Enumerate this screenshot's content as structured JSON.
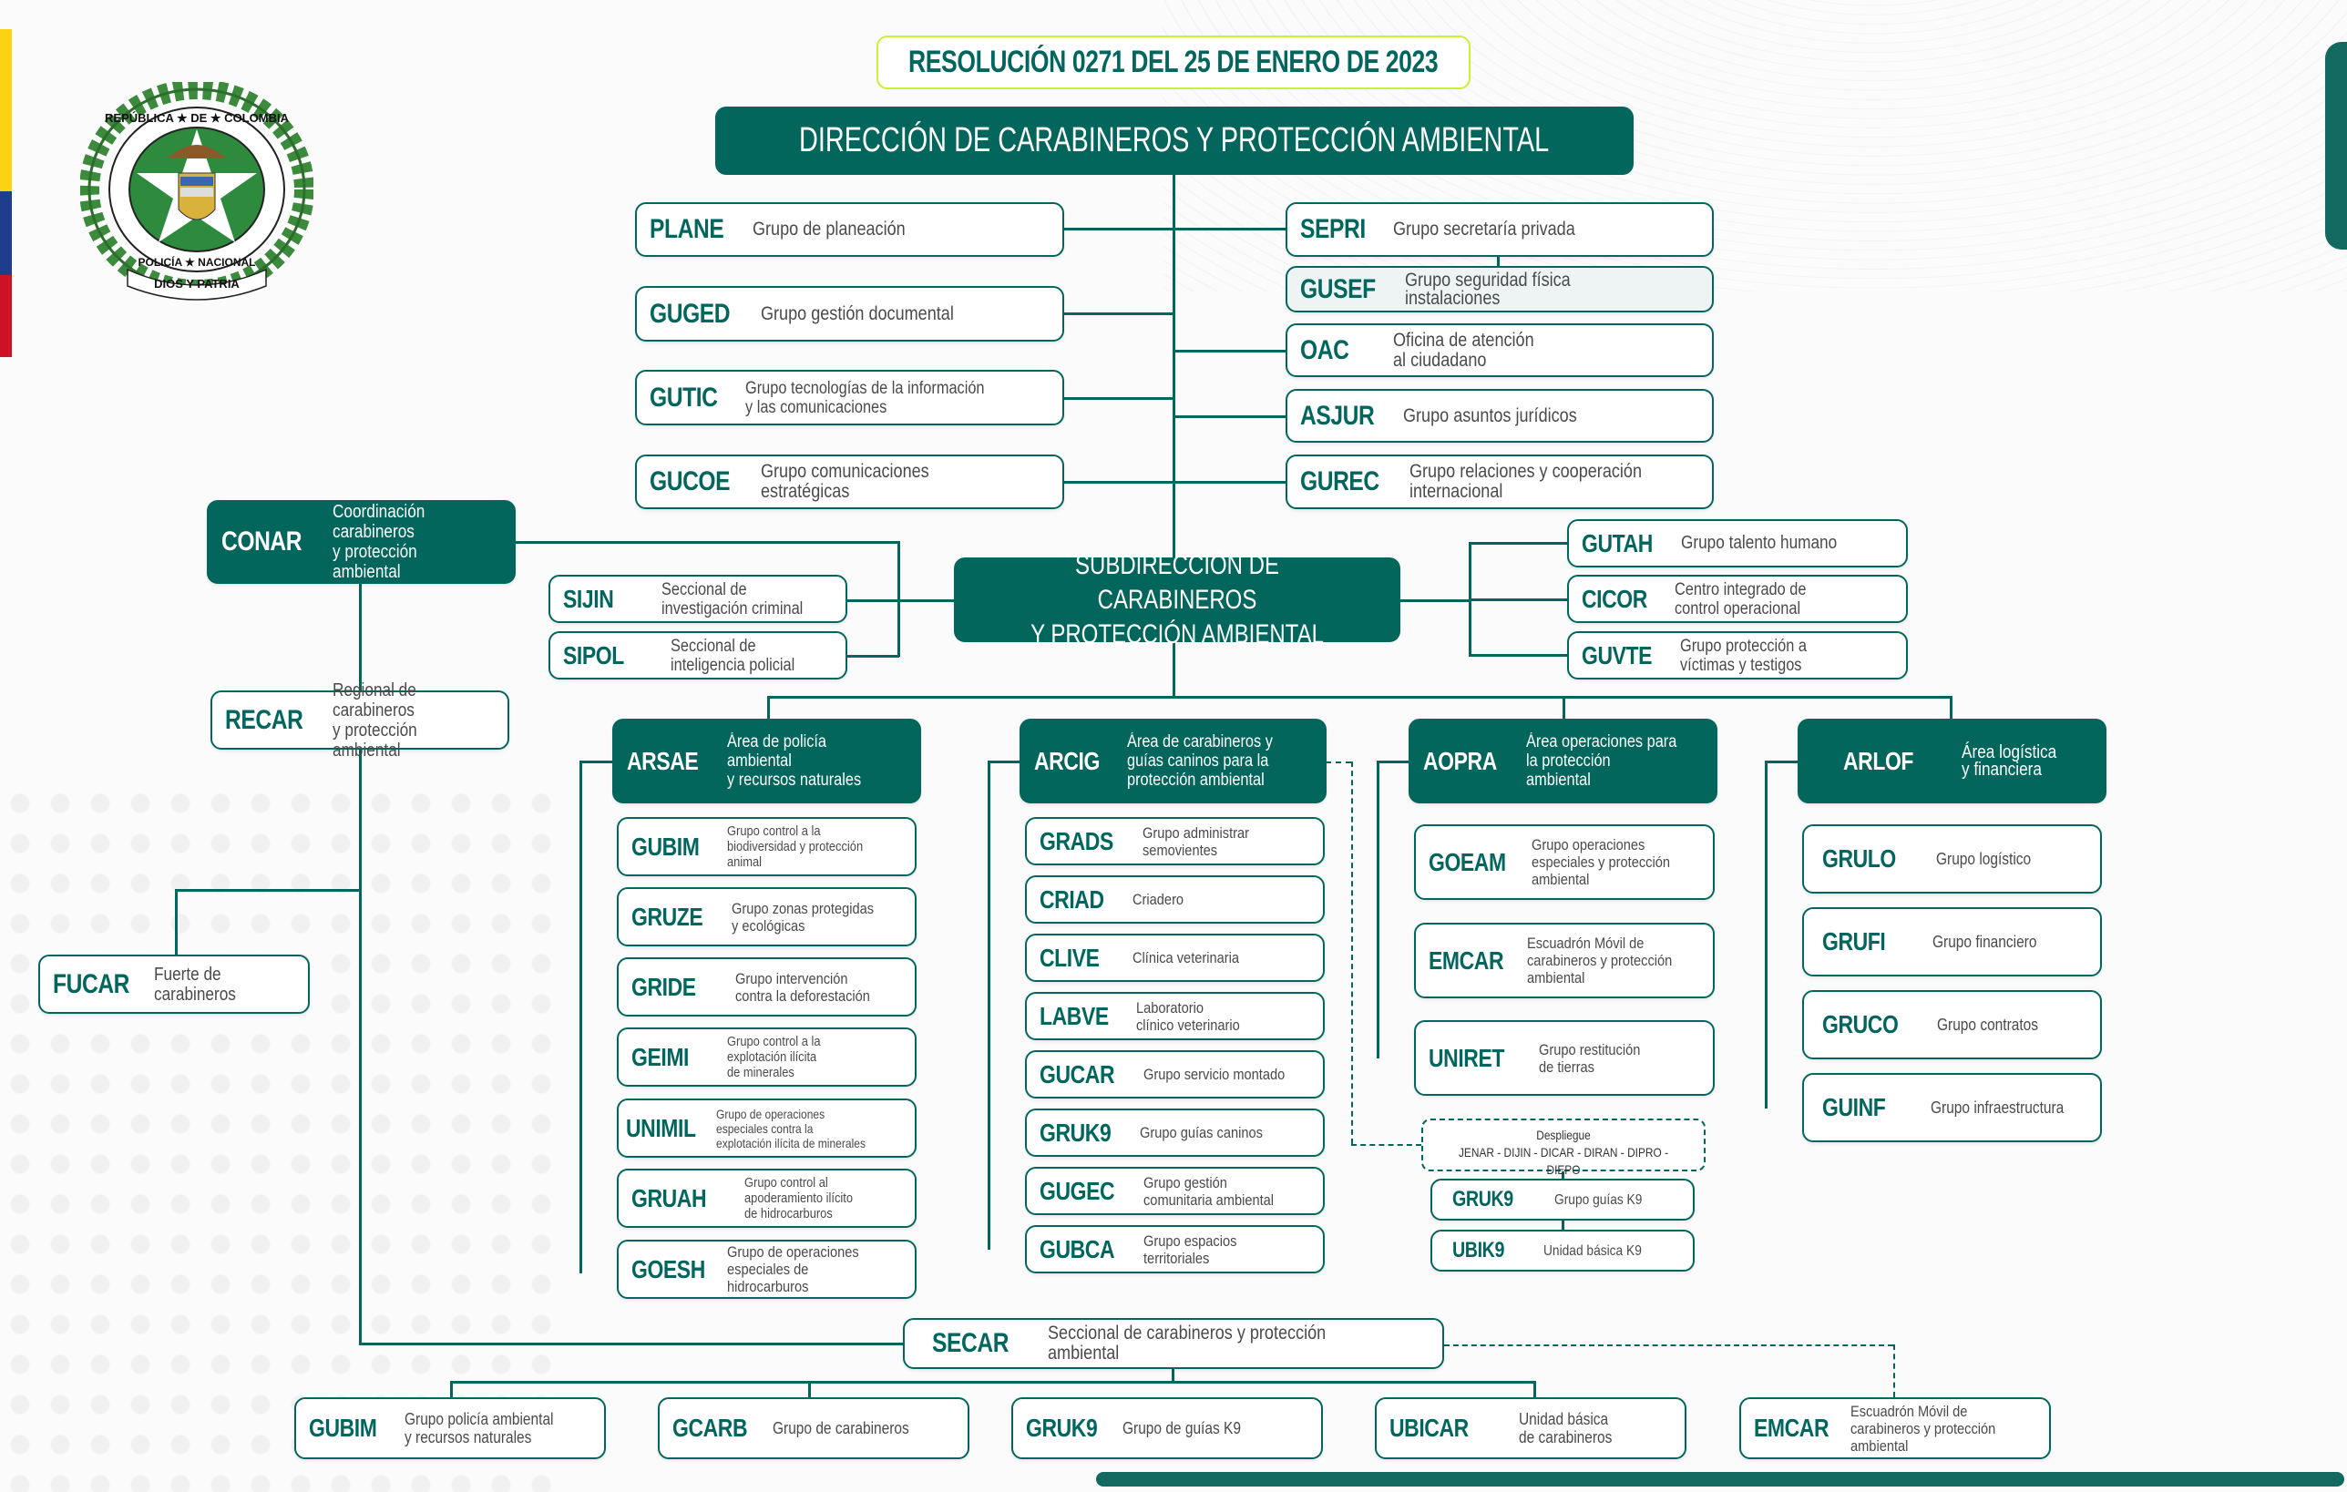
{
  "header": {
    "resolution": "RESOLUCIÓN 0271 DEL 25 DE ENERO DE 2023",
    "direction": "DIRECCIÓN DE CARABINEROS Y PROTECCIÓN AMBIENTAL",
    "subdirection": "SUBDIRECCIÓN DE CARABINEROS\nY PROTECCIÓN AMBIENTAL"
  },
  "logo": {
    "top_text": "REPÚBLICA ★ DE ★ COLOMBIA",
    "bottom_text": "POLICÍA ★ NACIONAL",
    "motto": "DIOS Y PATRIA"
  },
  "colors": {
    "primary": "#03665d",
    "accent": "#c6f23a",
    "flag_yellow": "#fcd116",
    "flag_blue": "#1f3c8f",
    "flag_red": "#ce1126"
  },
  "direction_left": [
    {
      "code": "PLANE",
      "desc": "Grupo de planeación"
    },
    {
      "code": "GUGED",
      "desc": "Grupo gestión documental"
    },
    {
      "code": "GUTIC",
      "desc": "Grupo tecnologías de la información\ny las comunicaciones"
    },
    {
      "code": "GUCOE",
      "desc": "Grupo comunicaciones\nestratégicas"
    }
  ],
  "direction_right": [
    {
      "code": "SEPRI",
      "desc": "Grupo secretaría privada"
    },
    {
      "code": "GUSEF",
      "desc": "Grupo seguridad física\ninstalaciones"
    },
    {
      "code": "OAC",
      "desc": "Oficina de atención\nal ciudadano"
    },
    {
      "code": "ASJUR",
      "desc": "Grupo asuntos jurídicos"
    },
    {
      "code": "GUREC",
      "desc": "Grupo relaciones y cooperación\ninternacional"
    }
  ],
  "conar": {
    "code": "CONAR",
    "desc": "Coordinación carabineros\ny protección ambiental"
  },
  "recar": {
    "code": "RECAR",
    "desc": "Regional de carabineros\ny protección ambiental"
  },
  "fucar": {
    "code": "FUCAR",
    "desc": "Fuerte de carabineros"
  },
  "sub_left": [
    {
      "code": "SIJIN",
      "desc": "Seccional de\ninvestigación criminal"
    },
    {
      "code": "SIPOL",
      "desc": "Seccional de\ninteligencia policial"
    }
  ],
  "sub_right": [
    {
      "code": "GUTAH",
      "desc": "Grupo talento humano"
    },
    {
      "code": "CICOR",
      "desc": "Centro integrado de\ncontrol operacional"
    },
    {
      "code": "GUVTE",
      "desc": "Grupo protección a\nvíctimas y testigos"
    }
  ],
  "areas": [
    {
      "code": "ARSAE",
      "desc": "Área de policía ambiental\ny recursos naturales",
      "groups": [
        {
          "code": "GUBIM",
          "desc": "Grupo control a la\nbiodiversidad y protección\nanimal"
        },
        {
          "code": "GRUZE",
          "desc": "Grupo zonas protegidas\ny ecológicas"
        },
        {
          "code": "GRIDE",
          "desc": "Grupo intervención\ncontra la deforestación"
        },
        {
          "code": "GEIMI",
          "desc": "Grupo control a la\nexplotación ilícita\nde minerales"
        },
        {
          "code": "UNIMIL",
          "desc": "Grupo de operaciones\nespeciales contra la\nexplotación ilícita de minerales"
        },
        {
          "code": "GRUAH",
          "desc": "Grupo control  al\napoderamiento ilícito\nde hidrocarburos"
        },
        {
          "code": "GOESH",
          "desc": "Grupo de operaciones\nespeciales de hidrocarburos"
        }
      ]
    },
    {
      "code": "ARCIG",
      "desc": "Área de carabineros y\nguías caninos para la\nprotección ambiental",
      "groups": [
        {
          "code": "GRADS",
          "desc": "Grupo administrar\nsemovientes"
        },
        {
          "code": "CRIAD",
          "desc": "Criadero"
        },
        {
          "code": "CLIVE",
          "desc": "Clínica veterinaria"
        },
        {
          "code": "LABVE",
          "desc": "Laboratorio\nclínico veterinario"
        },
        {
          "code": "GUCAR",
          "desc": "Grupo servicio montado"
        },
        {
          "code": "GRUK9",
          "desc": "Grupo guías caninos"
        },
        {
          "code": "GUGEC",
          "desc": "Grupo gestión\ncomunitaria ambiental"
        },
        {
          "code": "GUBCA",
          "desc": "Grupo espacios\nterritoriales"
        }
      ]
    },
    {
      "code": "AOPRA",
      "desc": "Área operaciones para\nla protección ambiental",
      "groups": [
        {
          "code": "GOEAM",
          "desc": "Grupo operaciones\nespeciales y protección\nambiental"
        },
        {
          "code": "EMCAR",
          "desc": "Escuadrón Móvil de\ncarabineros y protección\nambiental"
        },
        {
          "code": "UNIRET",
          "desc": "Grupo restitución\nde tierras"
        }
      ]
    },
    {
      "code": "ARLOF",
      "desc": "Área logística\ny financiera",
      "groups": [
        {
          "code": "GRULO",
          "desc": "Grupo logístico"
        },
        {
          "code": "GRUFI",
          "desc": "Grupo financiero"
        },
        {
          "code": "GRUCO",
          "desc": "Grupo contratos"
        },
        {
          "code": "GUINF",
          "desc": "Grupo infraestructura"
        }
      ]
    }
  ],
  "deployment": {
    "title": "Despliegue",
    "units": "JENAR - DIJIN - DICAR - DIRAN - DIPRO - DIEPO",
    "groups": [
      {
        "code": "GRUK9",
        "desc": "Grupo guías K9"
      },
      {
        "code": "UBIK9",
        "desc": "Unidad básica K9"
      }
    ]
  },
  "secar": {
    "code": "SECAR",
    "desc": "Seccional de carabineros y protección ambiental",
    "groups": [
      {
        "code": "GUBIM",
        "desc": "Grupo policía ambiental\ny recursos naturales"
      },
      {
        "code": "GCARB",
        "desc": "Grupo de carabineros"
      },
      {
        "code": "GRUK9",
        "desc": "Grupo de guías K9"
      },
      {
        "code": "UBICAR",
        "desc": "Unidad básica\nde carabineros"
      },
      {
        "code": "EMCAR",
        "desc": "Escuadrón Móvil de\ncarabineros y protección\nambiental"
      }
    ]
  }
}
